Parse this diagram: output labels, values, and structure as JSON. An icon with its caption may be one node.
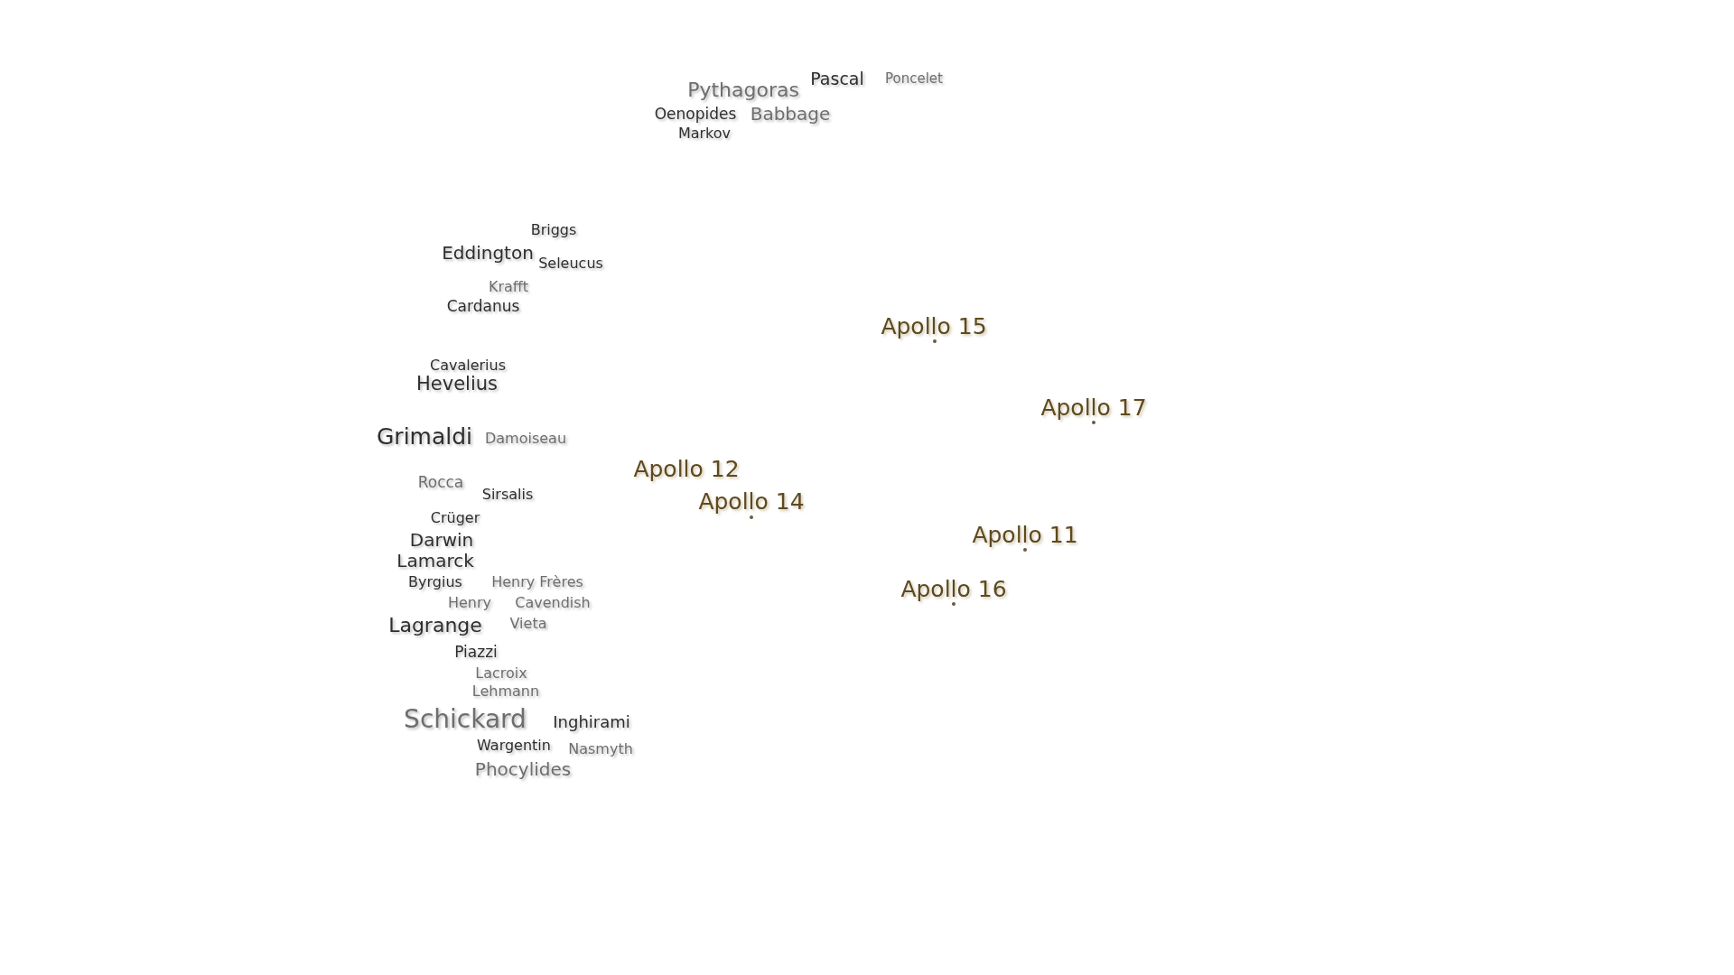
{
  "diagram": {
    "labels": [
      "Pascal",
      "Poncelet",
      "Pythagoras",
      "Babbage",
      "Oenopides",
      "Markov",
      "Briggs",
      "Eddington",
      "Seleucus",
      "Krafft",
      "Cardanus",
      "Cavalerius",
      "Hevelius",
      "Apollo 15",
      "Apollo 17",
      "Grimaldi",
      "Damoiseau",
      "Apollo 12",
      "Rocca",
      "Apollo 14",
      "Sirsalis",
      "Crüger",
      "Apollo 11",
      "Darwin",
      "Lamarck",
      "Henry Frères",
      "Byrgius",
      "Henry",
      "Cavendish",
      "Apollo 16",
      "Vieta",
      "Lagrange",
      "Piazzi",
      "Lacroix",
      "Lehmann",
      "Schickard",
      "Inghirami",
      "Wargentin",
      "Nasmyth",
      "Phocylides"
    ]
  }
}
